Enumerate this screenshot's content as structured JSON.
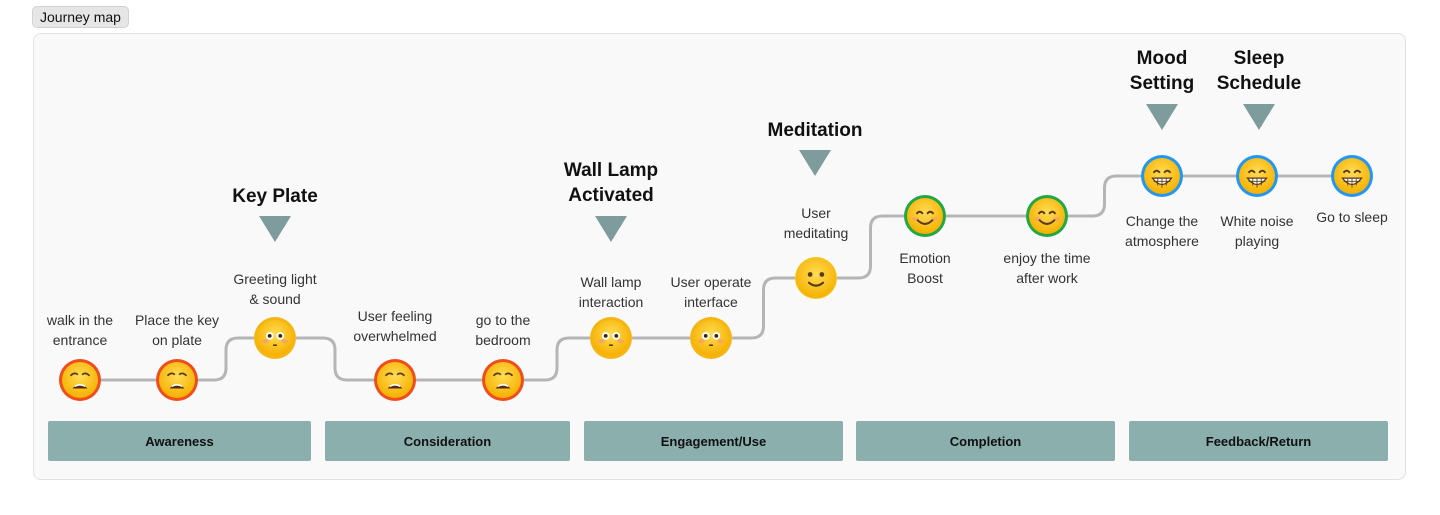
{
  "tag": {
    "label": "Journey map"
  },
  "colors": {
    "phase_bg": "#8aafac",
    "arrow": "#7d9c9b",
    "connector": "#b5b5b5",
    "ring_weary": "#ef4d1e",
    "ring_flushed": "#f5b512",
    "ring_slight": "#f5c518",
    "ring_smile": "#22a745",
    "ring_grin": "#2196f3"
  },
  "phases": [
    {
      "label": "Awareness"
    },
    {
      "label": "Consideration"
    },
    {
      "label": "Engagement/Use"
    },
    {
      "label": "Completion"
    },
    {
      "label": "Feedback/Return"
    }
  ],
  "milestones": [
    {
      "label": "Key Plate"
    },
    {
      "label": "Wall Lamp Activated"
    },
    {
      "label": "Meditation"
    },
    {
      "label": "Mood Setting"
    },
    {
      "label": "Sleep Schedule"
    }
  ],
  "steps": [
    {
      "label": "walk in the entrance",
      "emotion": "weary",
      "emoji_icon": "weary-face-icon"
    },
    {
      "label": "Place the key on plate",
      "emotion": "weary",
      "emoji_icon": "weary-face-icon"
    },
    {
      "label": "Greeting light & sound",
      "emotion": "flushed",
      "emoji_icon": "flushed-face-icon"
    },
    {
      "label": "User feeling overwhelmed",
      "emotion": "weary",
      "emoji_icon": "weary-face-icon"
    },
    {
      "label": "go to the bedroom",
      "emotion": "weary",
      "emoji_icon": "weary-face-icon"
    },
    {
      "label": "Wall lamp interaction",
      "emotion": "flushed",
      "emoji_icon": "flushed-face-icon"
    },
    {
      "label": "User operate interface",
      "emotion": "flushed",
      "emoji_icon": "flushed-face-icon"
    },
    {
      "label": "User meditating",
      "emotion": "slightly-smiling",
      "emoji_icon": "slightly-smiling-face-icon"
    },
    {
      "label": "Emotion Boost",
      "emotion": "smiling",
      "emoji_icon": "smiling-face-icon"
    },
    {
      "label": "enjoy the time after work",
      "emotion": "smiling",
      "emoji_icon": "smiling-face-icon"
    },
    {
      "label": "Change the atmosphere",
      "emotion": "grinning",
      "emoji_icon": "grinning-face-icon"
    },
    {
      "label": "White noise playing",
      "emotion": "grinning",
      "emoji_icon": "grinning-face-icon"
    },
    {
      "label": "Go to sleep",
      "emotion": "grinning",
      "emoji_icon": "grinning-face-icon"
    }
  ]
}
